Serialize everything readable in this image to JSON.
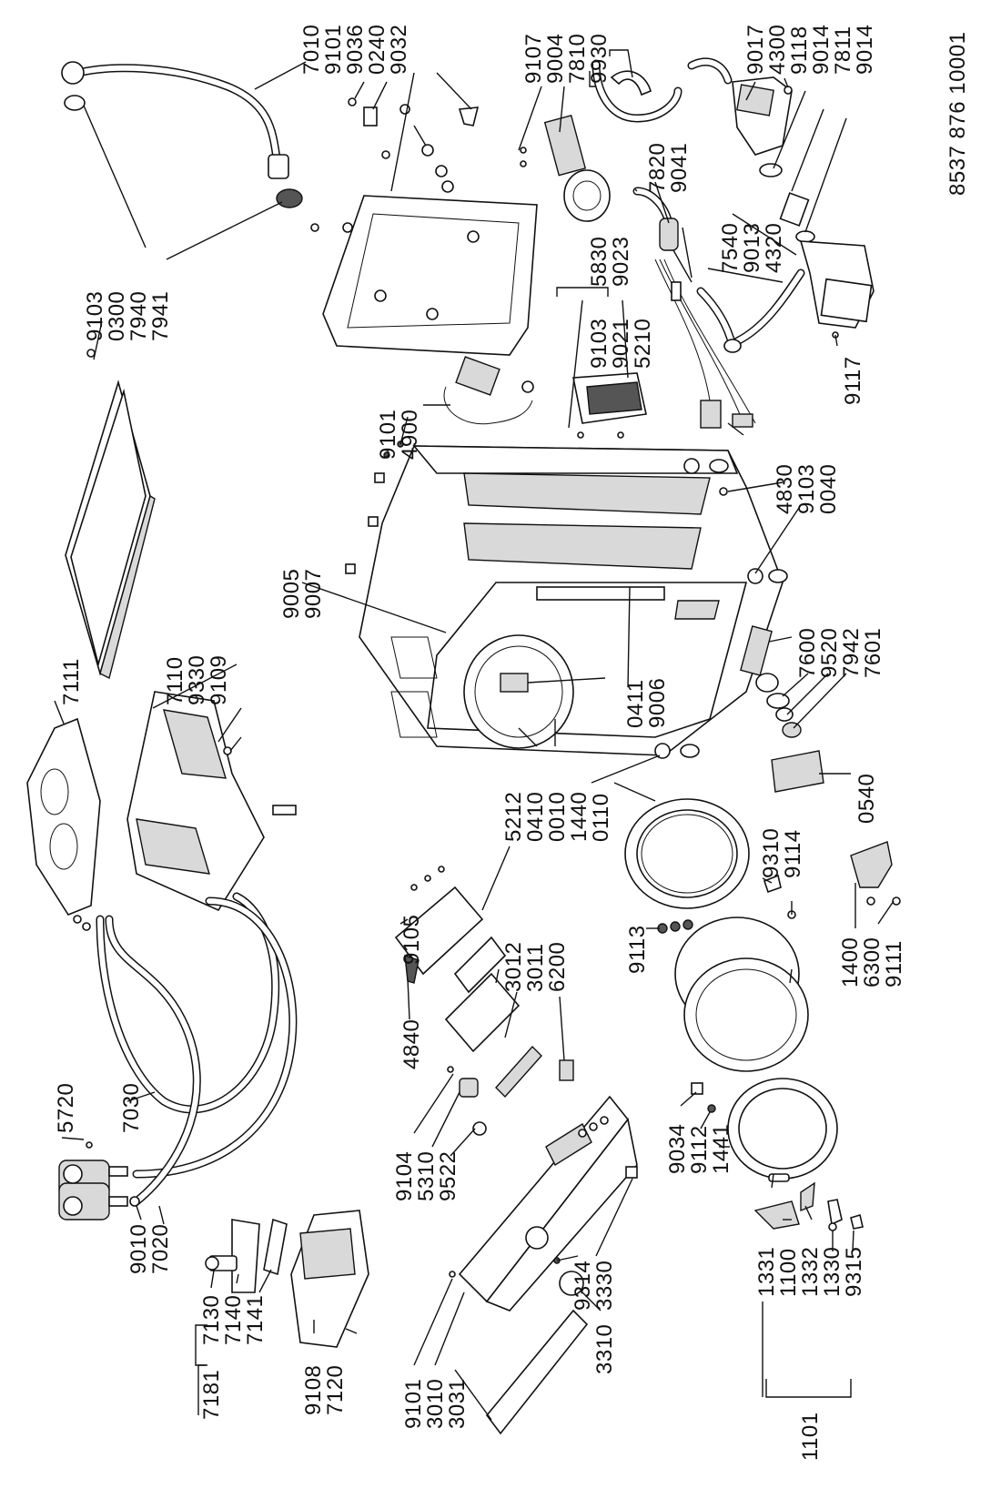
{
  "document_code": "8537 876 10001",
  "labels": {
    "l9103a": "9103",
    "l0300": "0300",
    "l7940": "7940",
    "l7941": "7941",
    "l7010": "7010",
    "l9101a": "9101",
    "l9036": "9036",
    "l0240": "0240",
    "l9032": "9032",
    "l9107": "9107",
    "l9004": "9004",
    "l7810": "7810",
    "l9930": "9930",
    "l9017": "9017",
    "l4300": "4300",
    "l9118": "9118",
    "l9014a": "9014",
    "l7811": "7811",
    "l9014b": "9014",
    "l7820": "7820",
    "l9041": "9041",
    "l7540": "7540",
    "l9013": "9013",
    "l4320": "4320",
    "l9117": "9117",
    "l5830": "5830",
    "l9023": "9023",
    "l9103b": "9103",
    "l9021": "9021",
    "l5210": "5210",
    "l9101b": "9101",
    "l4900": "4900",
    "l4830": "4830",
    "l9103c": "9103",
    "l0040": "0040",
    "l9005": "9005",
    "l9007": "9007",
    "l7111": "7111",
    "l7110": "7110",
    "l9330": "9330",
    "l9109": "9109",
    "l0411": "0411",
    "l9006": "9006",
    "l7600": "7600",
    "l9520": "9520",
    "l7942": "7942",
    "l7601": "7601",
    "l5212": "5212",
    "l0410": "0410",
    "l0010": "0010",
    "l1440": "1440",
    "l0110": "0110",
    "l0540": "0540",
    "l9310": "9310",
    "l9114": "9114",
    "l9105": "9105",
    "l3012": "3012",
    "l3011": "3011",
    "l6200": "6200",
    "l9113": "9113",
    "l1400": "1400",
    "l6300": "6300",
    "l9111": "9111",
    "l4840": "4840",
    "l5720": "5720",
    "l7030": "7030",
    "l9104": "9104",
    "l5310": "5310",
    "l9522": "9522",
    "l9034": "9034",
    "l9112": "9112",
    "l1441": "1441",
    "l9010": "9010",
    "l7020": "7020",
    "l9314": "9314",
    "l3330": "3330",
    "l3310": "3310",
    "l7130": "7130",
    "l7140": "7140",
    "l7141": "7141",
    "l7181": "7181",
    "l9108": "9108",
    "l7120": "7120",
    "l9101c": "9101",
    "l3010": "3010",
    "l3031": "3031",
    "l1331": "1331",
    "l1100": "1100",
    "l1332": "1332",
    "l1330": "1330",
    "l9315": "9315",
    "l1101": "1101"
  }
}
